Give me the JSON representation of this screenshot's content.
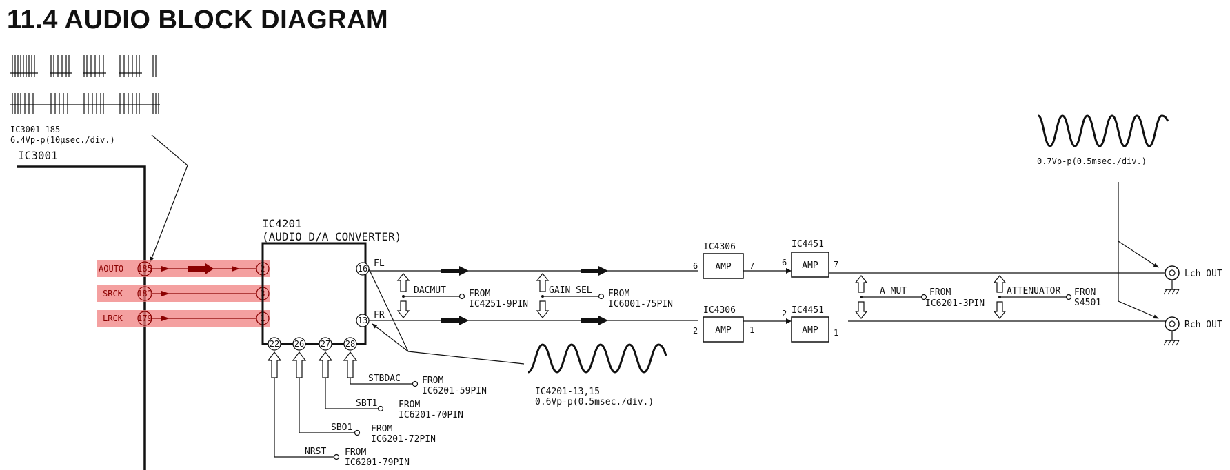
{
  "title": "11.4  AUDIO BLOCK DIAGRAM",
  "colors": {
    "ink": "#111111",
    "highlight": "#f08080",
    "highlight_text": "#8b0000"
  },
  "waveform_top_left": {
    "label_1": "IC3001-185",
    "label_2": "6.4Vp-p(10μsec./div.)"
  },
  "ic3001": {
    "label": "IC3001"
  },
  "ic4201": {
    "name": "IC4201",
    "desc": "(AUDIO D/A CONVERTER)",
    "pins": {
      "p2": "2",
      "p3": "3",
      "p1": "1",
      "p16": "16",
      "p13": "13",
      "p22": "22",
      "p26": "26",
      "p27": "27",
      "p28": "28"
    },
    "out_fl": "FL",
    "out_fr": "FR"
  },
  "input_signals": [
    {
      "name": "AOUTO",
      "pin": "185"
    },
    {
      "name": "SRCK",
      "pin": "181"
    },
    {
      "name": "LRCK",
      "pin": "179"
    }
  ],
  "control_lines": {
    "stbdac": {
      "name": "STBDAC",
      "from": "FROM",
      "src": "IC6201-59PIN"
    },
    "sbt1": {
      "name": "SBT1",
      "from": "FROM",
      "src": "IC6201-70PIN"
    },
    "sbo1": {
      "name": "SBO1",
      "from": "FROM",
      "src": "IC6201-72PIN"
    },
    "nrst": {
      "name": "NRST",
      "from": "FROM",
      "src": "IC6201-79PIN"
    },
    "dacmut": {
      "name": "DACMUT",
      "from": "FROM",
      "src": "IC4251-9PIN"
    },
    "gainsel": {
      "name": "GAIN SEL",
      "from": "FROM",
      "src": "IC6001-75PIN"
    },
    "amut": {
      "name": "A MUT",
      "from": "FROM",
      "src": "IC6201-3PIN"
    },
    "atten": {
      "name": "ATTENUATOR",
      "from": "FRON",
      "src": "S4501"
    }
  },
  "waveform_mid": {
    "label_1": "IC4201-13,15",
    "label_2": "0.6Vp-p(0.5msec./div.)"
  },
  "waveform_right": {
    "label": "0.7Vp-p(0.5msec./div.)"
  },
  "amps": {
    "ic4306_top": {
      "name": "IC4306",
      "label": "AMP",
      "pin_in": "6",
      "pin_out": "7"
    },
    "ic4451_top": {
      "name": "IC4451",
      "label": "AMP",
      "pin_in": "6",
      "pin_out": "7"
    },
    "ic4306_bot": {
      "name": "IC4306",
      "label": "AMP",
      "pin_in": "2",
      "pin_out": "1"
    },
    "ic4451_bot": {
      "name": "IC4451",
      "label": "AMP",
      "pin_in": "2",
      "pin_out": "1"
    }
  },
  "outputs": {
    "lch": "Lch OUT",
    "rch": "Rch OUT"
  }
}
